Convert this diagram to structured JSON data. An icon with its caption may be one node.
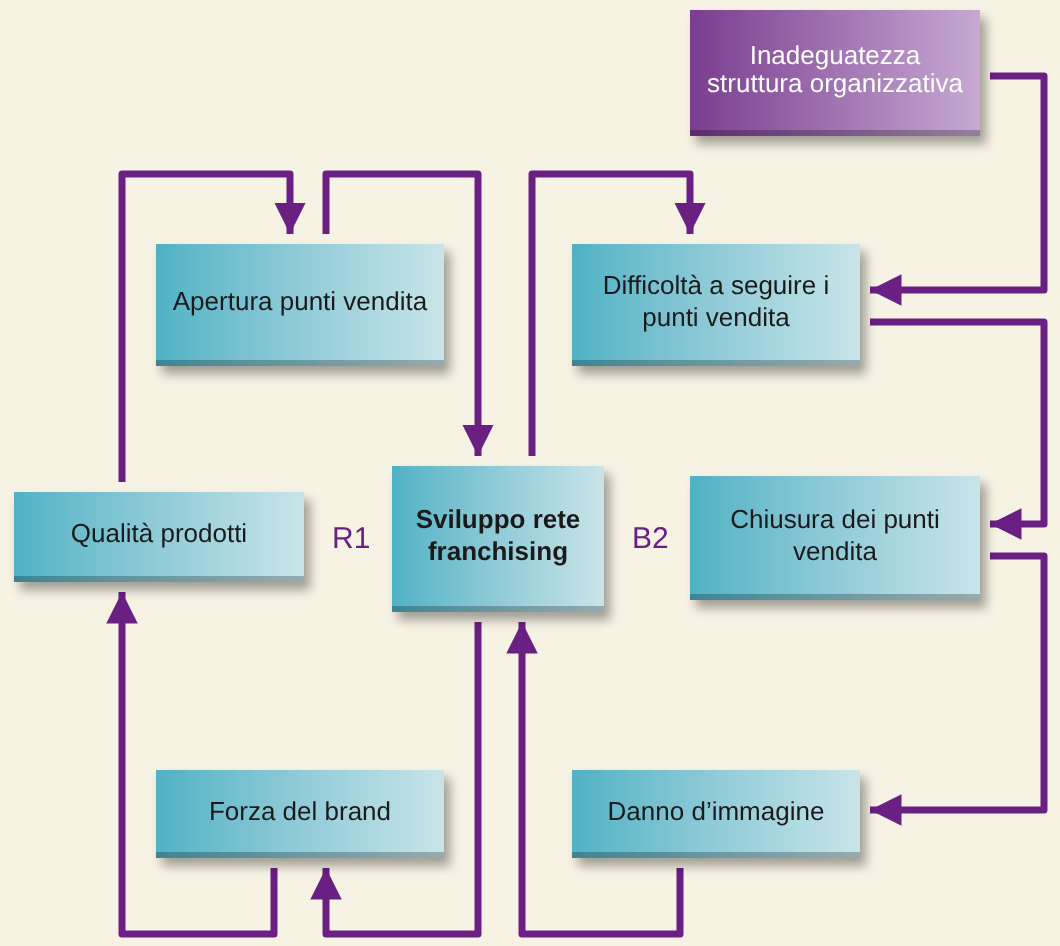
{
  "diagram": {
    "nodes": [
      {
        "text": [
          "Inadeguatezza struttura organizzativa"
        ]
      },
      {
        "text": [
          "Apertura punti vendita"
        ]
      },
      {
        "text": [
          "Difficoltà a seguire i punti vendita"
        ]
      },
      {
        "text": [
          "Qualità prodotti"
        ]
      },
      {
        "text": [
          "Sviluppo rete franchising"
        ]
      },
      {
        "text": [
          "Chiusura dei punti vendita"
        ]
      },
      {
        "text": [
          "Forza del brand"
        ]
      },
      {
        "text": [
          "Danno d’immagine"
        ]
      }
    ],
    "edges": [
      {
        "from": 3,
        "to": 1,
        "arrow": "to"
      },
      {
        "from": 1,
        "to": 4,
        "arrow": "to"
      },
      {
        "from": 4,
        "to": 2,
        "arrow": "to"
      },
      {
        "from": 0,
        "to": 2,
        "arrow": "to"
      },
      {
        "from": 2,
        "to": 5,
        "arrow": "to"
      },
      {
        "from": 5,
        "to": 7,
        "arrow": "to"
      },
      {
        "from": 7,
        "to": 4,
        "arrow": "to"
      },
      {
        "from": 4,
        "to": 6,
        "arrow": "to"
      },
      {
        "from": 6,
        "to": 3,
        "arrow": "to"
      }
    ],
    "labels": [
      "R1",
      "B2"
    ]
  }
}
